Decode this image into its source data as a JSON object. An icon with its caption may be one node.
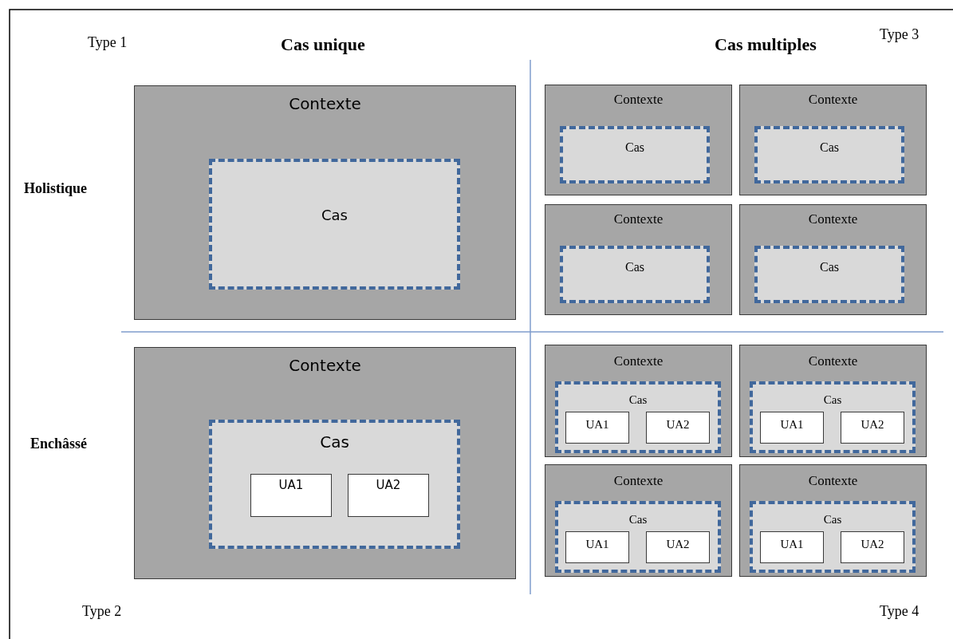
{
  "diagram": {
    "nodes": [
      {
        "text": [
          "Contexte"
        ]
      },
      {
        "text": [
          "Cas"
        ],
        "in": 0
      },
      {
        "text": [
          "Contexte"
        ]
      },
      {
        "text": [
          "Cas"
        ],
        "in": 2
      },
      {
        "text": [
          "Contexte"
        ]
      },
      {
        "text": [
          "Cas"
        ],
        "in": 4
      },
      {
        "text": [
          "Contexte"
        ]
      },
      {
        "text": [
          "Cas"
        ],
        "in": 6
      },
      {
        "text": [
          "Contexte"
        ]
      },
      {
        "text": [
          "Cas"
        ],
        "in": 8
      },
      {
        "text": [
          "Contexte"
        ]
      },
      {
        "text": [
          "Cas"
        ],
        "in": 10
      },
      {
        "text": [
          "UA1"
        ],
        "in": 11
      },
      {
        "text": [
          "UA2"
        ],
        "in": 11
      },
      {
        "text": [
          "Contexte"
        ]
      },
      {
        "text": [
          "Cas"
        ],
        "in": 14
      },
      {
        "text": [
          "UA1"
        ],
        "in": 15
      },
      {
        "text": [
          "UA2"
        ],
        "in": 15
      },
      {
        "text": [
          "Contexte"
        ]
      },
      {
        "text": [
          "Cas"
        ],
        "in": 18
      },
      {
        "text": [
          "UA1"
        ],
        "in": 19
      },
      {
        "text": [
          "UA2"
        ],
        "in": 19
      },
      {
        "text": [
          "Contexte"
        ]
      },
      {
        "text": [
          "Cas"
        ],
        "in": 22
      },
      {
        "text": [
          "UA1"
        ],
        "in": 23
      },
      {
        "text": [
          "UA2"
        ],
        "in": 23
      },
      {
        "text": [
          "Contexte"
        ]
      },
      {
        "text": [
          "Cas"
        ],
        "in": 26
      },
      {
        "text": [
          "UA1"
        ],
        "in": 27
      },
      {
        "text": [
          "UA2"
        ],
        "in": 27
      }
    ],
    "labels": [
      "Type 1",
      "Cas unique",
      "Cas multiples",
      "Type 3",
      "Holistique",
      "Enchâssé",
      "Type 2",
      "Type 4"
    ]
  }
}
